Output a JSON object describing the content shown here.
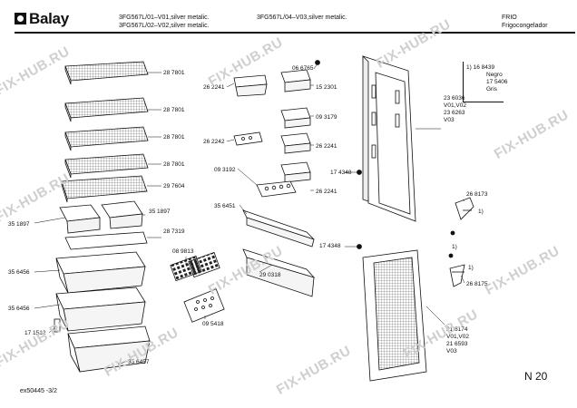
{
  "header": {
    "brand": "Balay",
    "model_line_1": "3FG567L/01–V01,silver metalic.",
    "model_line_2": "3FG567L/02–V02,silver metalic.",
    "model_line_3": "3FG567L/04–V03,silver metalic.",
    "category_1": "FRIO",
    "category_2": "Frigocongelador"
  },
  "labels": {
    "p287801a": "28 7801",
    "p287801b": "28 7801",
    "p287801c": "28 7801",
    "p287801d": "28 7801",
    "p297604": "29 7604",
    "p351897l": "35 1897",
    "p351897r": "35 1897",
    "p287319": "28 7319",
    "p356456a": "35 6456",
    "p356456b": "35 6456",
    "p171512": "17 1512",
    "p356457": "35 6457",
    "p262241a": "26 2241",
    "p066765": "06 6765",
    "p152301": "15 2301",
    "p093179": "09 3179",
    "p262242": "26 2242",
    "p262241b": "26 2241",
    "p093192": "09 3192",
    "p262241c": "26 2241",
    "p356451": "35 6451",
    "p089813": "08 9813",
    "p290318": "29 0318",
    "p095418": "09 5418",
    "p174348a": "17 4348",
    "p174348b": "17 4348",
    "p236036": "23 6036",
    "pV01V02a": "V01,V02",
    "p236263": "23 6263",
    "pV03a": "V03",
    "p268173": "26 8173",
    "p268175": "26 8175",
    "p216174": "21 6174",
    "pV01V02b": "V01,V02",
    "p216593": "21 6593",
    "pV03b": "V03",
    "note1a": "1)",
    "note1b": "1)",
    "note1c": "1)"
  },
  "callout": {
    "line1": "1)  16 8439",
    "line2": "Negro",
    "line3": "17 5406",
    "line4": "Gris"
  },
  "footer": {
    "doc_id": "ex50445   -3/2",
    "page_code": "N 20"
  },
  "watermark": "FIX-HUB.RU"
}
